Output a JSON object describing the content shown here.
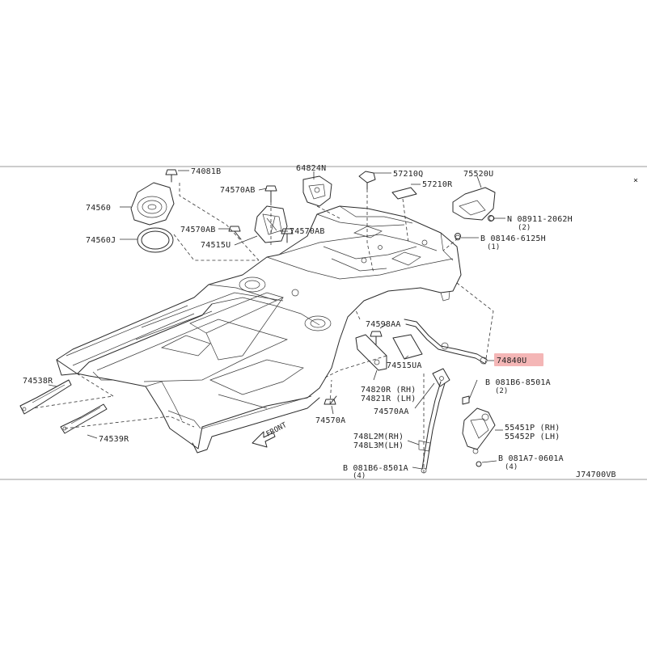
{
  "diagram_code": "J74700VB",
  "close_glyph": "×",
  "highlight_color": "#f4b6b6",
  "front_label": "FRONT",
  "labels": {
    "p74081B": "74081B",
    "p64824N": "64824N",
    "p57210Q": "57210Q",
    "p57210R": "57210R",
    "p75520U": "75520U",
    "p74570AB_1": "74570AB",
    "p74560": "74560",
    "p74570AB_2": "74570AB",
    "p74570AB_3": "74570AB",
    "p74560J": "74560J",
    "p74515U": "74515U",
    "p08911": "N 08911-2062H",
    "p08911_qty": "(2)",
    "p08146": "B 08146-6125H",
    "p08146_qty": "(1)",
    "p74598AA": "74598AA",
    "p74840U": "74840U",
    "p74515UA": "74515UA",
    "p081B6_a": "B 081B6-8501A",
    "p081B6_a_qty": "(2)",
    "p74538R": "74538R",
    "p74820R": "74820R (RH)",
    "p74821R": "74821R (LH)",
    "p74570AA_1": "74570AA",
    "p74570A": "74570A",
    "p55451P": "55451P (RH)",
    "p55452P": "55452P (LH)",
    "p74539R": "74539R",
    "p748L2M": "748L2M(RH)",
    "p748L3M": "748L3M(LH)",
    "p081B6_b": "B 081B6-8501A",
    "p081B6_b_qty": "(4)",
    "p081A7": "B 081A7-0601A",
    "p081A7_qty": "(4)"
  }
}
